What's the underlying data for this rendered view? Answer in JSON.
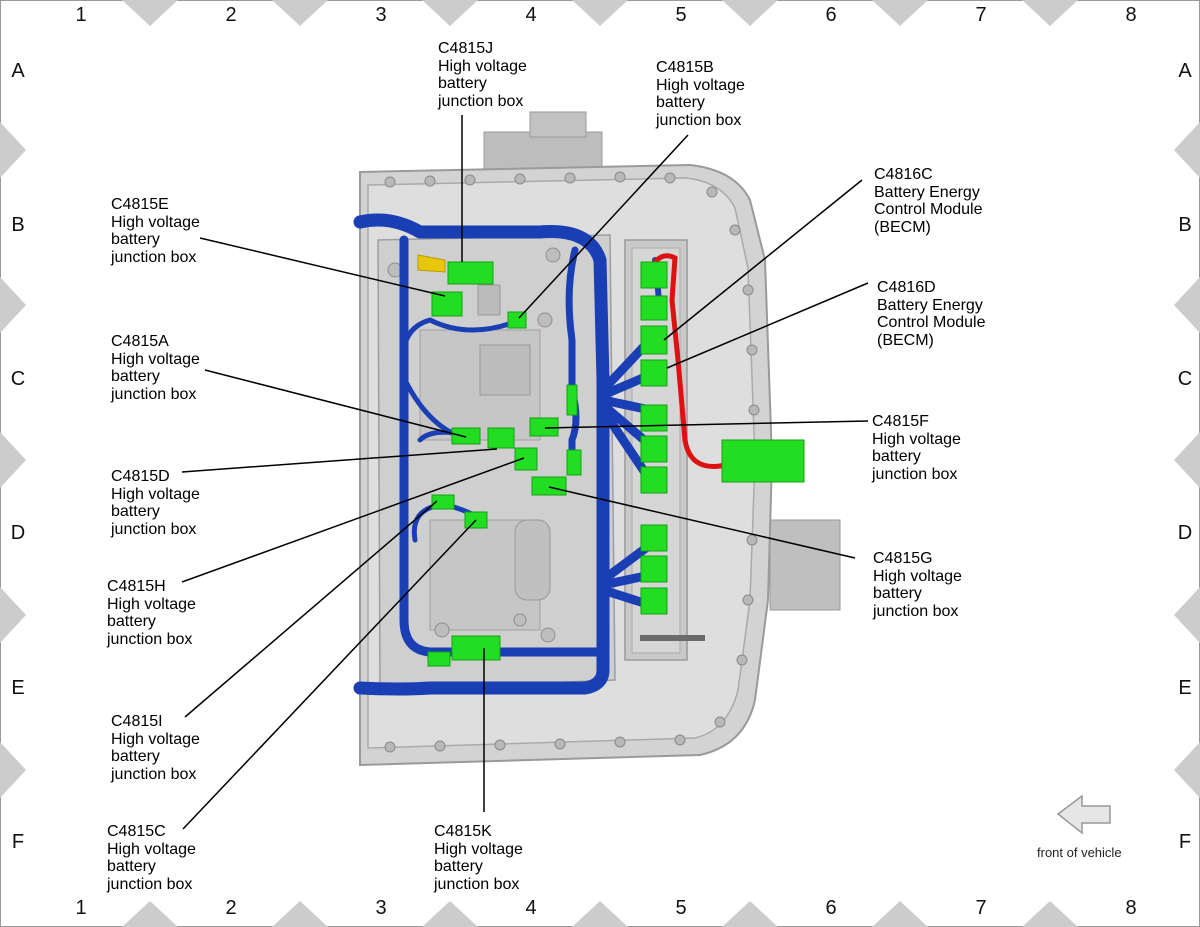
{
  "grid": {
    "columns": [
      "1",
      "2",
      "3",
      "4",
      "5",
      "6",
      "7",
      "8"
    ],
    "rows": [
      "A",
      "B",
      "C",
      "D",
      "E",
      "F"
    ]
  },
  "callouts": {
    "c4815j": {
      "code": "C4815J",
      "l1": "High voltage",
      "l2": "battery",
      "l3": "junction box"
    },
    "c4815b": {
      "code": "C4815B",
      "l1": "High voltage",
      "l2": "battery",
      "l3": "junction box"
    },
    "c4816c": {
      "code": "C4816C",
      "l1": "Battery Energy",
      "l2": "Control Module",
      "l3": "(BECM)"
    },
    "c4815e": {
      "code": "C4815E",
      "l1": "High voltage",
      "l2": "battery",
      "l3": "junction box"
    },
    "c4816d": {
      "code": "C4816D",
      "l1": "Battery Energy",
      "l2": "Control Module",
      "l3": "(BECM)"
    },
    "c4815a": {
      "code": "C4815A",
      "l1": "High voltage",
      "l2": "battery",
      "l3": "junction box"
    },
    "c4815f": {
      "code": "C4815F",
      "l1": "High voltage",
      "l2": "battery",
      "l3": "junction box"
    },
    "c4815d": {
      "code": "C4815D",
      "l1": "High voltage",
      "l2": "battery",
      "l3": "junction box"
    },
    "c4815g": {
      "code": "C4815G",
      "l1": "High voltage",
      "l2": "battery",
      "l3": "junction box"
    },
    "c4815h": {
      "code": "C4815H",
      "l1": "High voltage",
      "l2": "battery",
      "l3": "junction box"
    },
    "c4815i": {
      "code": "C4815I",
      "l1": "High voltage",
      "l2": "battery",
      "l3": "junction box"
    },
    "c4815c": {
      "code": "C4815C",
      "l1": "High voltage",
      "l2": "battery",
      "l3": "junction box"
    },
    "c4815k": {
      "code": "C4815K",
      "l1": "High voltage",
      "l2": "battery",
      "l3": "junction box"
    }
  },
  "front_label": "front of vehicle",
  "colors": {
    "harness_blue": "#1a3fb5",
    "connector_green": "#22dd22",
    "wire_red": "#dd1111",
    "tray_gray": "#cfcfcf",
    "frame_gray": "#c8c8c8"
  }
}
